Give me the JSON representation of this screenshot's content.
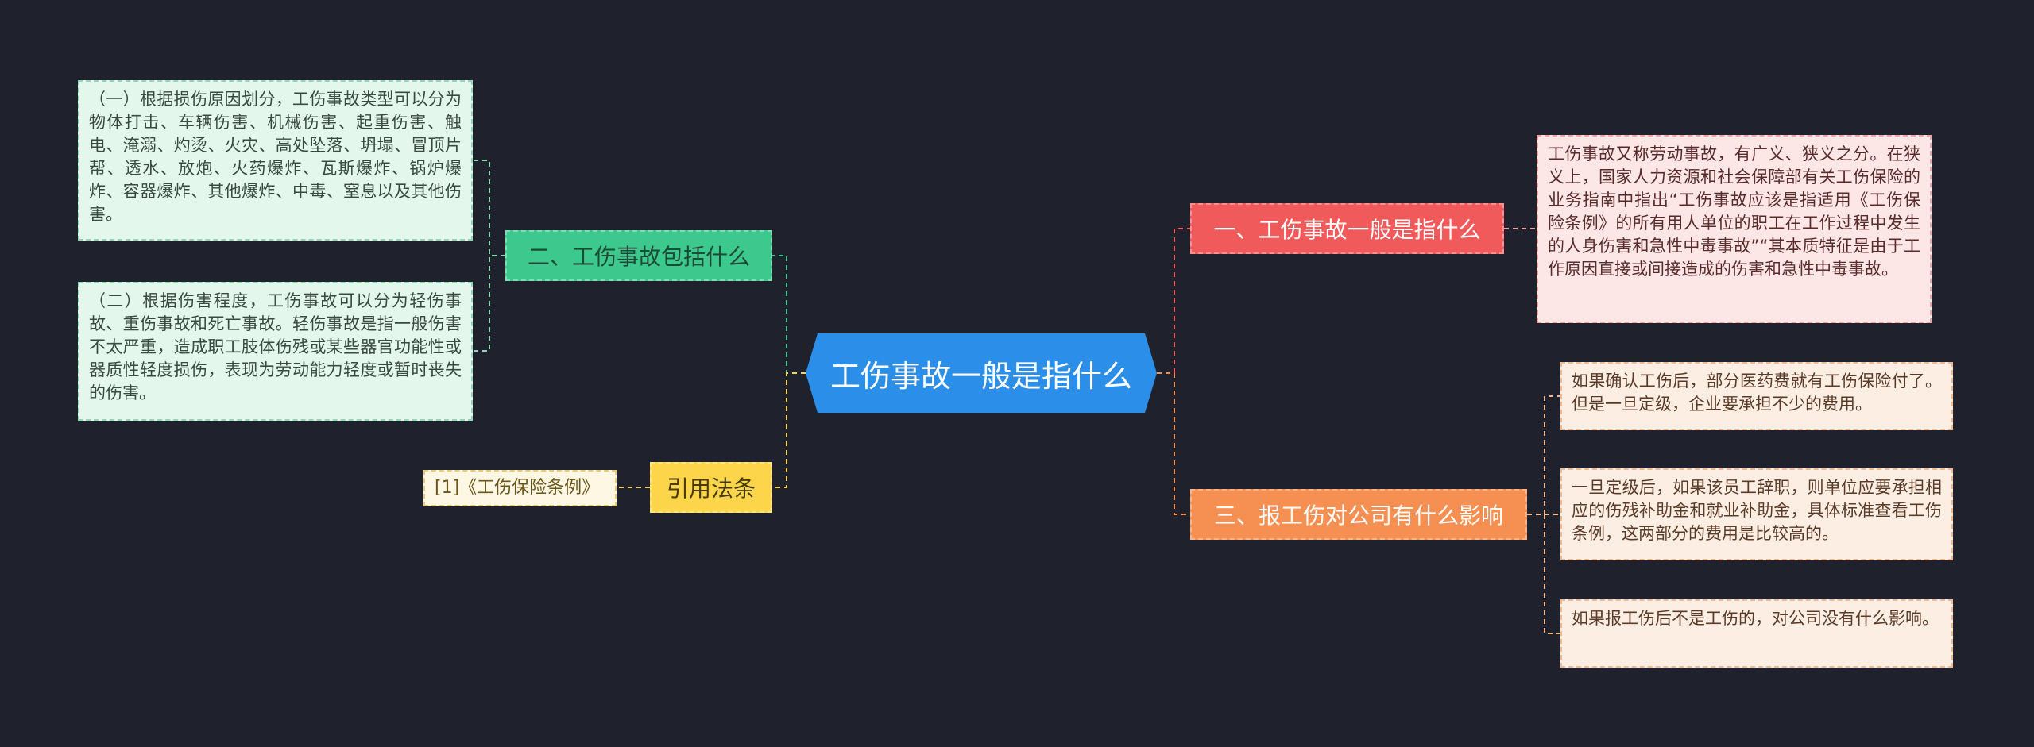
{
  "root": {
    "label": "工伤事故一般是指什么"
  },
  "branches": {
    "types": {
      "label": "二、工伤事故包括什么",
      "leaves": [
        "（一）根据损伤原因划分，工伤事故类型可以分为物体打击、车辆伤害、机械伤害、起重伤害、触电、淹溺、灼烫、火灾、高处坠落、坍塌、冒顶片帮、透水、放炮、火药爆炸、瓦斯爆炸、锅炉爆炸、容器爆炸、其他爆炸、中毒、窒息以及其他伤害。",
        "（二）根据伤害程度，工伤事故可以分为轻伤事故、重伤事故和死亡事故。轻伤事故是指一般伤害不太严重，造成职工肢体伤残或某些器官功能性或器质性轻度损伤，表现为劳动能力轻度或暂时丧失的伤害。"
      ]
    },
    "law": {
      "label": "引用法条",
      "leaves": [
        "[1]《工伤保险条例》"
      ]
    },
    "definition": {
      "label": "一、工伤事故一般是指什么",
      "leaves": [
        "工伤事故又称劳动事故，有广义、狭义之分。在狭义上，国家人力资源和社会保障部有关工伤保险的业务指南中指出“工伤事故应该是指适用《工伤保险条例》的所有用人单位的职工在工作过程中发生的人身伤害和急性中毒事故”“其本质特征是由于工作原因直接或间接造成的伤害和急性中毒事故。"
      ]
    },
    "impact": {
      "label": "三、报工伤对公司有什么影响",
      "leaves": [
        "如果确认工伤后，部分医药费就有工伤保险付了。但是一旦定级，企业要承担不少的费用。",
        "一旦定级后，如果该员工辞职，则单位应要承担相应的伤残补助金和就业补助金，具体标准查看工伤条例，这两部分的费用是比较高的。",
        "如果报工伤后不是工伤的，对公司没有什么影响。"
      ]
    }
  },
  "colors": {
    "background": "#1f222d",
    "root": "#2b8ee8",
    "green": "#3dc98e",
    "yellow": "#fcd54a",
    "red": "#f05a5a",
    "orange": "#f68f52"
  }
}
